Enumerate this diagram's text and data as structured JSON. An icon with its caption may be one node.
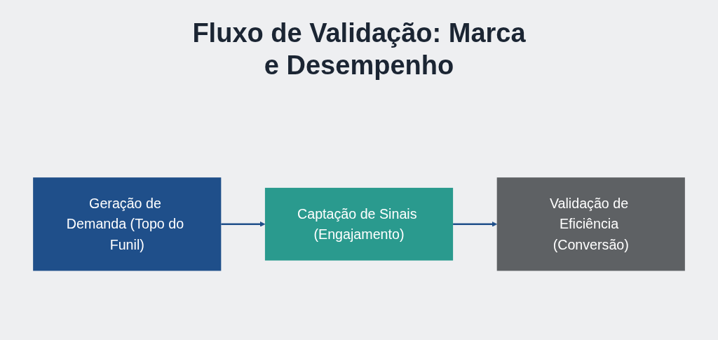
{
  "diagram": {
    "title": "Fluxo de Validação: Marca e Desempenho",
    "nodes": [
      {
        "text": [
          "Geração de Demanda (Topo do Funil)"
        ]
      },
      {
        "text": [
          "Captação de Sinais (Engajamento)"
        ]
      },
      {
        "text": [
          "Validação de Eficiência (Conversão)"
        ]
      }
    ],
    "edges": [
      {
        "from": 0,
        "to": 1,
        "arrow": "to"
      },
      {
        "from": 1,
        "to": 2,
        "arrow": "to"
      }
    ]
  }
}
